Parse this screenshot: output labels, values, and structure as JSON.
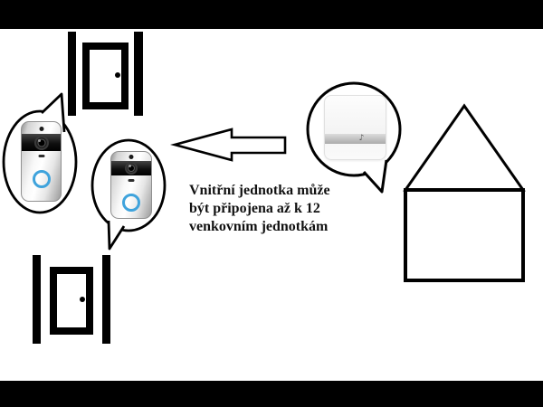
{
  "frame": {
    "background_color": "#ffffff",
    "letterbox_color": "#000000"
  },
  "caption": {
    "lines": [
      "Vnitřní jednotka může",
      "být připojena až k 12",
      "venkovním jednotkám"
    ],
    "color": "#111111"
  },
  "chime": {
    "note_glyph": "♪"
  },
  "icons": {
    "door_icon": "door with knob between two posts",
    "video_doorbell_icon": "outdoor video doorbell unit",
    "chime_icon": "indoor chime unit with music note",
    "house_icon": "house outline",
    "arrow_icon": "left-pointing block arrow",
    "speech_bubble_icon": "speech bubble callout"
  },
  "colors": {
    "outline": "#000000",
    "doorbell_button_ring": "#3fa3dc",
    "doorbell_band": "#151515",
    "chime_band": "#b5b5b5"
  }
}
